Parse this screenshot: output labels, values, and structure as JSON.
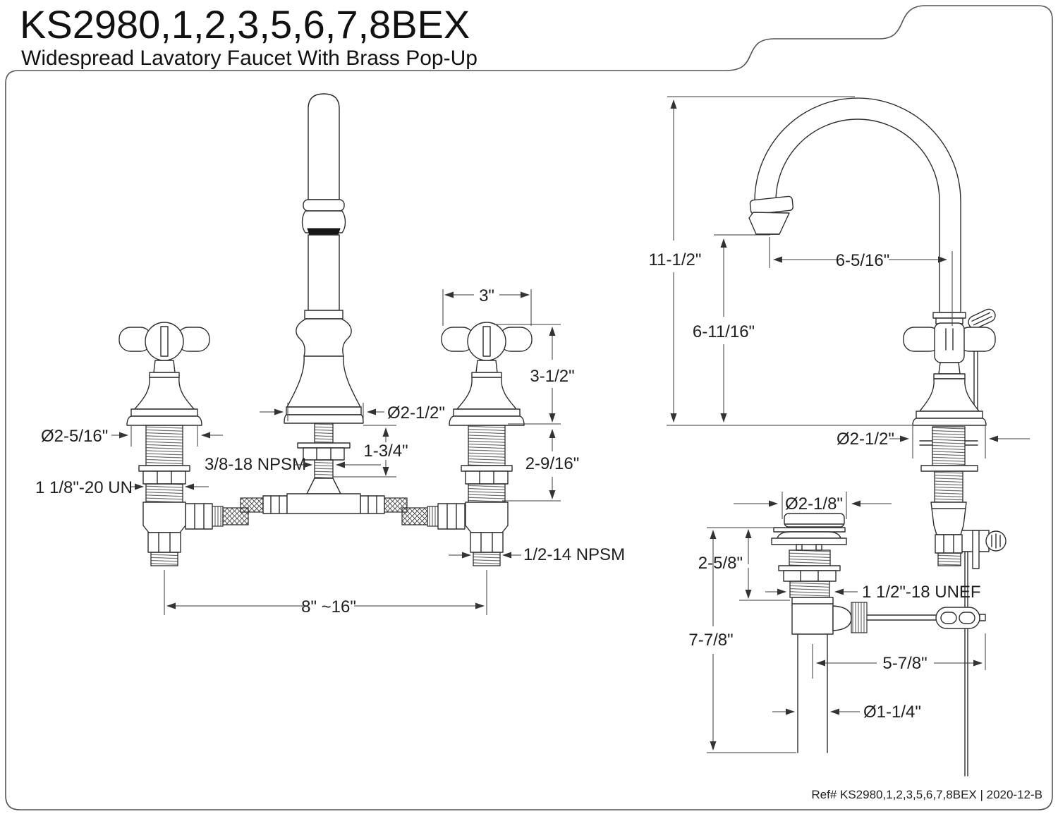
{
  "header": {
    "title": "KS2980,1,2,3,5,6,7,8BEX",
    "subtitle": "Widespread Lavatory Faucet With Brass Pop-Up"
  },
  "footer": {
    "ref": "Ref# KS2980,1,2,3,5,6,7,8BEX | 2020-12-B"
  },
  "front_view": {
    "handle_base_diameter": "Ø2-5/16\"",
    "shank_thread": "1 1/8\"-20 UN",
    "spout_stud_thread": "3/8-18 NPSM",
    "spout_base_diameter": "Ø2-1/2\"",
    "spout_shank_length": "1-3/4\"",
    "handle_width": "3\"",
    "handle_height": "3-1/2\"",
    "shank_length": "2-9/16\"",
    "supply_thread": "1/2-14 NPSM",
    "faucet_centers": "8\" ~16\""
  },
  "side_view": {
    "overall_height": "11-1/2\"",
    "spout_reach": "6-5/16\"",
    "spout_clearance": "6-11/16\"",
    "base_diameter": "Ø2-1/2\""
  },
  "popup_drain": {
    "flange_diameter": "Ø2-1/8\"",
    "top_height": "2-5/8\"",
    "drain_thread": "1 1/2\"-18 UNEF",
    "overall_height": "7-7/8\"",
    "rod_offset": "5-7/8\"",
    "tailpiece_diameter": "Ø1-1/4\""
  },
  "colors": {
    "line": "#2e2e2e",
    "background": "#ffffff"
  }
}
